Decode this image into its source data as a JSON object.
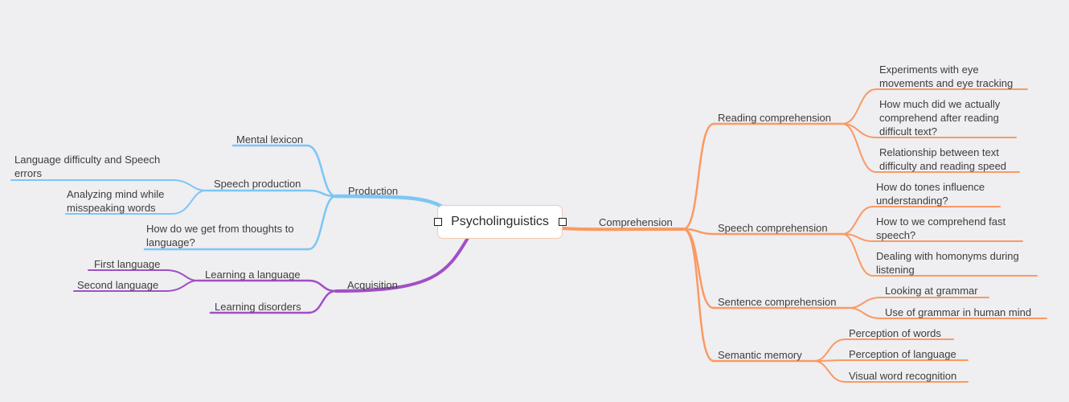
{
  "colors": {
    "background": "#efeef1",
    "production": "#7cc6f5",
    "acquisition": "#a14fc6",
    "comprehension": "#f99a63"
  },
  "root": {
    "label": "Psycholinguistics"
  },
  "branches": {
    "production": {
      "label": "Production",
      "mental_lexicon": "Mental lexicon",
      "speech_production": "Speech production",
      "language_difficulty": "Language difficulty and Speech errors",
      "analyzing_mind": "Analyzing mind while misspeaking words",
      "thoughts_to_language": "How do we get from thoughts to language?"
    },
    "acquisition": {
      "label": "Acquisition",
      "learning_a_language": "Learning a language",
      "first_language": "First language",
      "second_language": "Second language",
      "learning_disorders": "Learning disorders"
    },
    "comprehension": {
      "label": "Comprehension",
      "reading": {
        "label": "Reading comprehension",
        "items": [
          "Experiments with eye movements and eye tracking",
          "How much did we actually comprehend after reading difficult text?",
          "Relationship between text difficulty and reading speed"
        ]
      },
      "speech": {
        "label": "Speech comprehension",
        "items": [
          "How do tones influence understanding?",
          "How to we comprehend fast speech?",
          "Dealing with homonyms during listening"
        ]
      },
      "sentence": {
        "label": "Sentence comprehension",
        "items": [
          "Looking at grammar",
          "Use of grammar in human mind"
        ]
      },
      "semantic": {
        "label": "Semantic memory",
        "items": [
          "Perception of words",
          "Perception of language",
          "Visual word recognition"
        ]
      }
    }
  }
}
